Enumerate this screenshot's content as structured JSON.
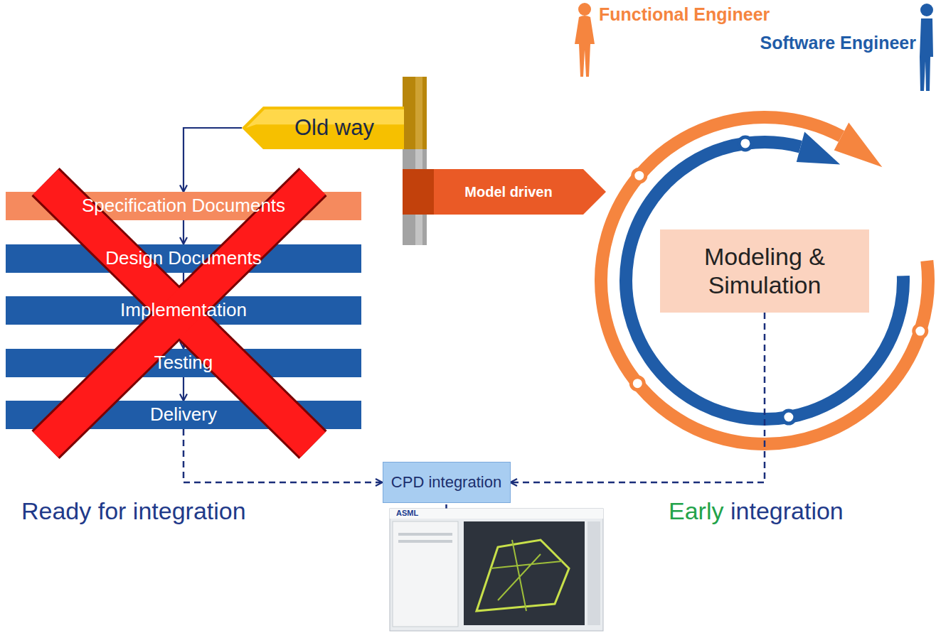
{
  "diagram": {
    "nodes": [
      {
        "text": [
          "Old way"
        ]
      },
      {
        "text": [
          "Model driven"
        ]
      },
      {
        "text": [
          "Specification Documents"
        ]
      },
      {
        "text": [
          "Design Documents"
        ]
      },
      {
        "text": [
          "Implementation"
        ]
      },
      {
        "text": [
          "Testing"
        ]
      },
      {
        "text": [
          "Delivery"
        ]
      },
      {
        "text": [
          "Modeling & Simulation"
        ]
      },
      {
        "text": [
          "CPD integration"
        ]
      }
    ],
    "edges": [
      {
        "from": 0,
        "to": 2,
        "arrow": "to"
      },
      {
        "from": 2,
        "to": 3,
        "arrow": "to"
      },
      {
        "from": 3,
        "to": 4,
        "arrow": "to"
      },
      {
        "from": 4,
        "to": 5,
        "arrow": "to"
      },
      {
        "from": 5,
        "to": 6,
        "arrow": "to"
      },
      {
        "from": 6,
        "to": 8,
        "arrow": "to"
      },
      {
        "from": 7,
        "to": 8,
        "arrow": "to"
      }
    ],
    "labels": [
      "Functional Engineer",
      "Software Engineer",
      "Ready for integration",
      "Early",
      "integration",
      "ASML"
    ]
  }
}
